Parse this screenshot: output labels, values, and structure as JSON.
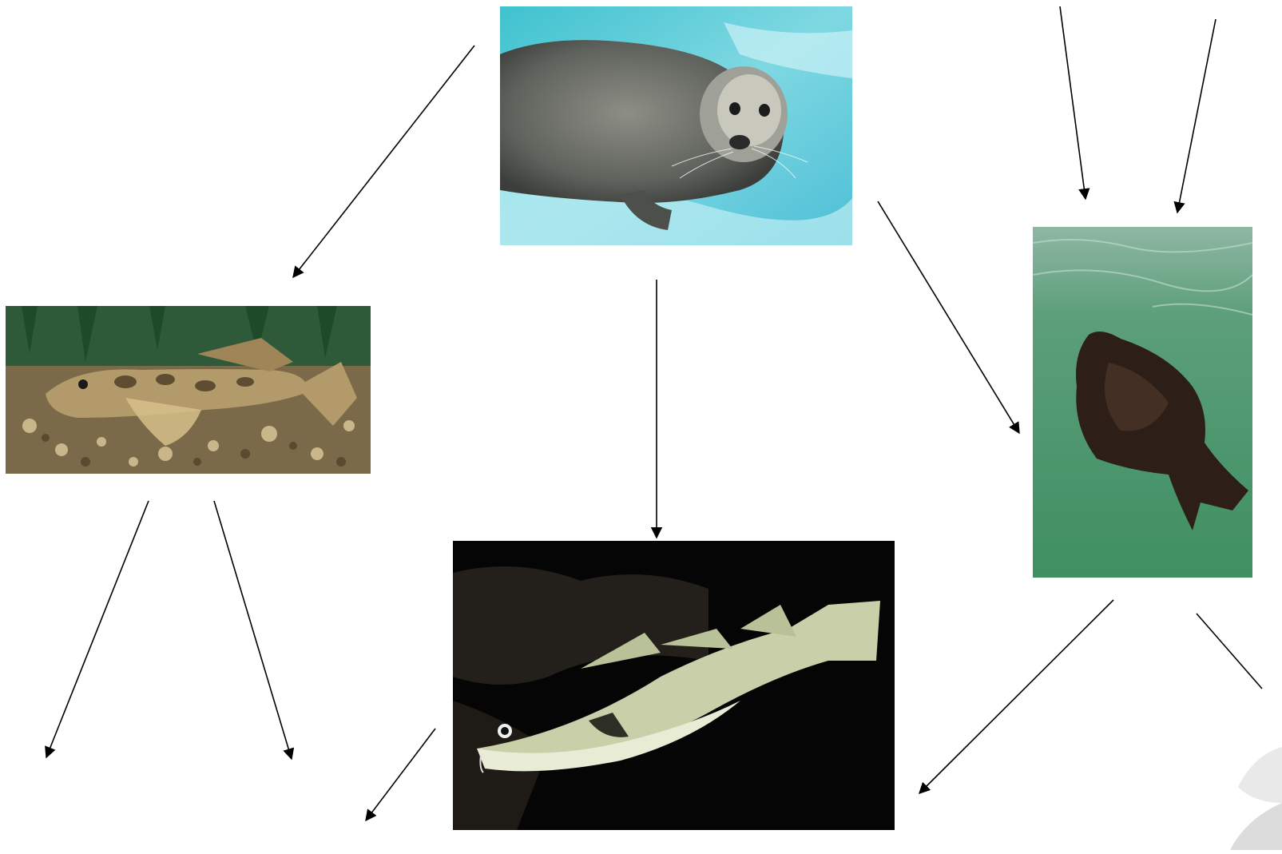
{
  "diagram": {
    "type": "food-web",
    "organisms": [
      {
        "id": "seal",
        "icon": "seal-photo"
      },
      {
        "id": "sculpin",
        "icon": "sculpin-fish-photo"
      },
      {
        "id": "cod",
        "icon": "cod-fish-photo"
      },
      {
        "id": "flatfish",
        "icon": "flatfish-photo"
      }
    ],
    "arrows": [
      {
        "id": "seal-to-sculpin",
        "icon": "arrow-icon"
      },
      {
        "id": "seal-to-cod",
        "icon": "arrow-icon"
      },
      {
        "id": "seal-to-flatfish",
        "icon": "arrow-icon"
      },
      {
        "id": "offscreen-to-flatfish-1",
        "icon": "arrow-icon"
      },
      {
        "id": "offscreen-to-flatfish-2",
        "icon": "arrow-icon"
      },
      {
        "id": "sculpin-down-left",
        "icon": "arrow-icon"
      },
      {
        "id": "sculpin-down-right",
        "icon": "arrow-icon"
      },
      {
        "id": "cod-down-left",
        "icon": "arrow-icon"
      },
      {
        "id": "flatfish-down-left",
        "icon": "arrow-icon"
      },
      {
        "id": "flatfish-down-right",
        "icon": "arrow-icon"
      }
    ],
    "colors": {
      "arrow": "#000000",
      "background": "#ffffff"
    }
  }
}
